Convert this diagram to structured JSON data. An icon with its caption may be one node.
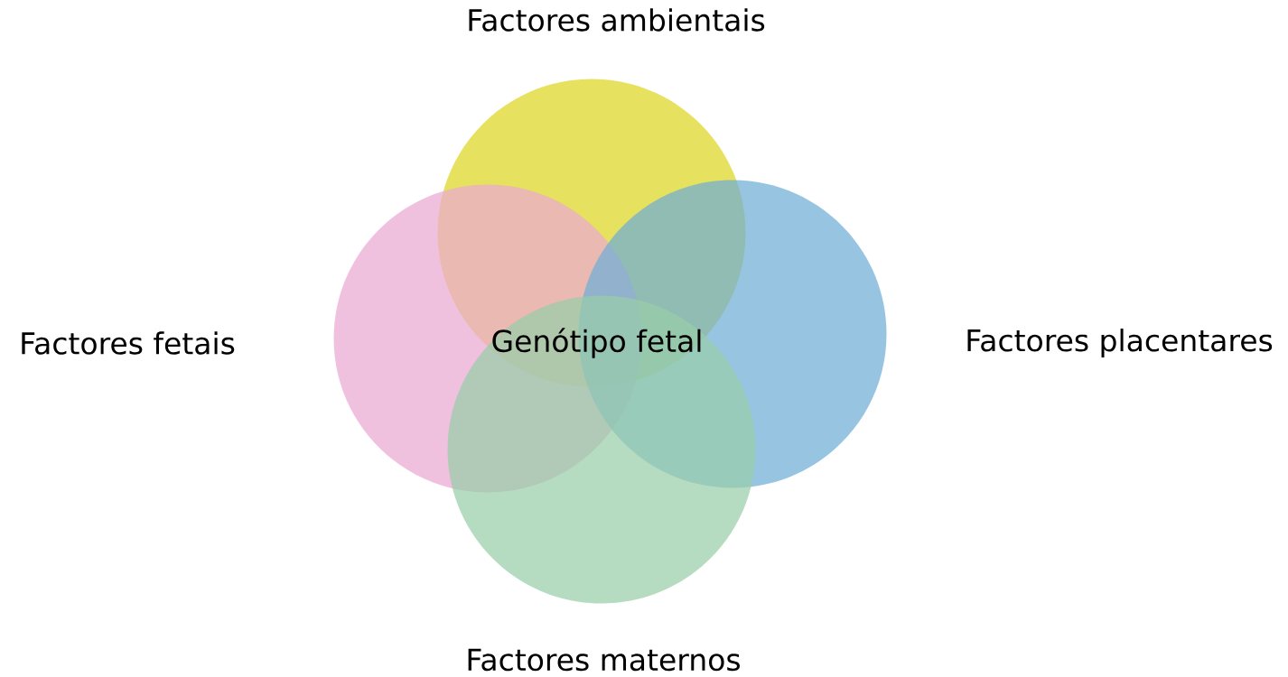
{
  "diagram": {
    "nodes": [
      {
        "text": [
          "Factores ambientais"
        ]
      },
      {
        "text": [
          "Factores fetais"
        ]
      },
      {
        "text": [
          "Factores placentares"
        ]
      },
      {
        "text": [
          "Factores maternos"
        ]
      }
    ],
    "labels": [
      "Genótipo fetal"
    ]
  }
}
